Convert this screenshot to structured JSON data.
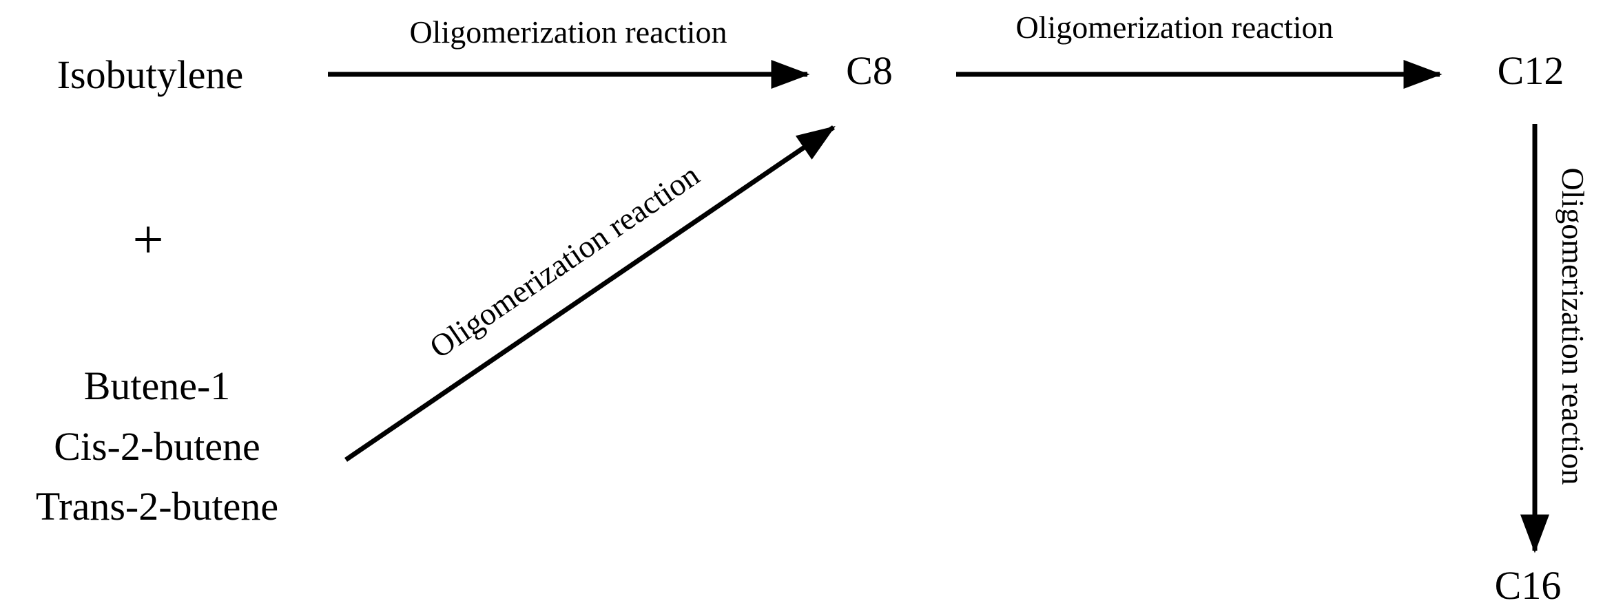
{
  "nodes": {
    "isobutylene": "Isobutylene",
    "plus": "+",
    "butene_1": "Butene-1",
    "cis_2_butene": "Cis-2-butene",
    "trans_2_butene": "Trans-2-butene",
    "c8": "C8",
    "c12": "C12",
    "c16": "C16"
  },
  "arrows": {
    "isobutylene_to_c8": "Oligomerization reaction",
    "butenes_to_c8": "Oligomerization reaction",
    "c8_to_c12": "Oligomerization reaction",
    "c12_to_c16": "Oligomerization reaction"
  },
  "colors": {
    "ink": "#000000",
    "background": "#ffffff"
  }
}
